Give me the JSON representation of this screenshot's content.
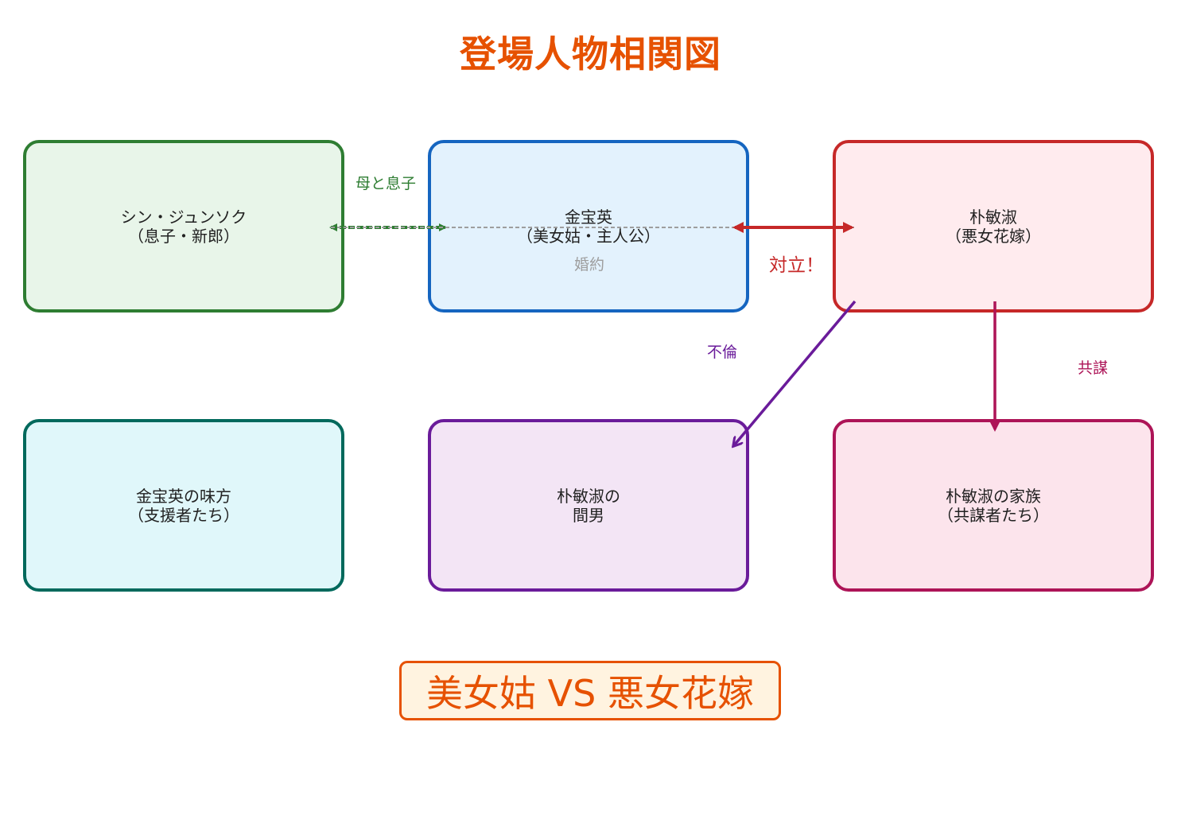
{
  "title": "登場人物相関図",
  "nodes": {
    "son": {
      "line1": "シン・ジュンソク",
      "line2": "（息子・新郎）"
    },
    "kim": {
      "line1": "金宝英",
      "line2": "（美女姑・主人公）"
    },
    "park": {
      "line1": "朴敏淑",
      "line2": "（悪女花嫁）"
    },
    "allies": {
      "line1": "金宝英の味方",
      "line2": "（支援者たち）"
    },
    "lover": {
      "line1": "朴敏淑の",
      "line2": "間男"
    },
    "family": {
      "line1": "朴敏淑の家族",
      "line2": "（共謀者たち）"
    }
  },
  "edges": {
    "mother_son": "母と息子",
    "engaged": "婚約",
    "conflict": "対立！",
    "affair": "不倫",
    "conspiracy": "共謀"
  },
  "banner": "美女姑 VS 悪女花嫁",
  "colors": {
    "title": "#e65100",
    "son": "#2e7d32",
    "kim": "#1565c0",
    "park": "#c62828",
    "allies": "#00695c",
    "lover": "#6a1b9a",
    "family": "#ad1457",
    "engaged_line": "#9e9e9e"
  }
}
